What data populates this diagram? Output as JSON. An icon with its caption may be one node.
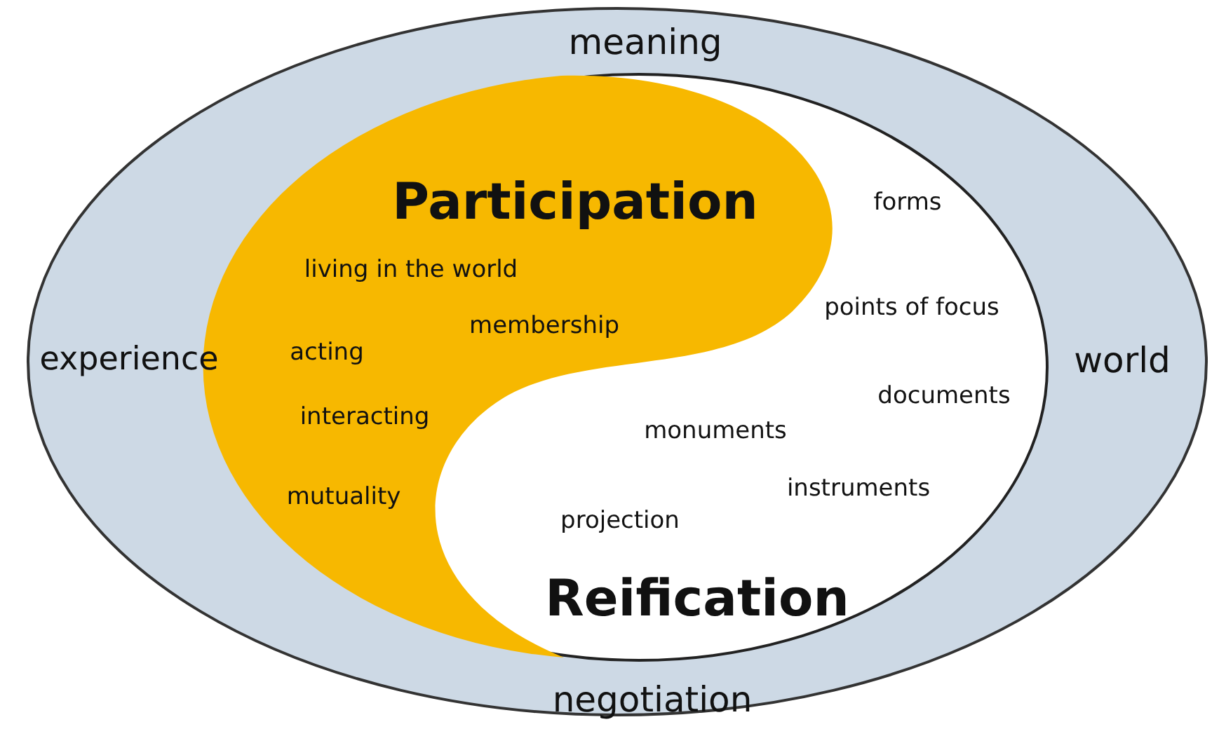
{
  "diagram": {
    "nodes": [
      {
        "text": [
          "meaning",
          "experience",
          "world",
          "negotiation"
        ]
      },
      {
        "text": [
          "forms",
          "points of focus",
          "documents",
          "monuments",
          "instruments",
          "projection",
          "Reification"
        ],
        "in": 0
      },
      {
        "text": [
          "Participation",
          "living in the world",
          "membership",
          "acting",
          "interacting",
          "mutuality"
        ],
        "in": 1
      }
    ]
  }
}
